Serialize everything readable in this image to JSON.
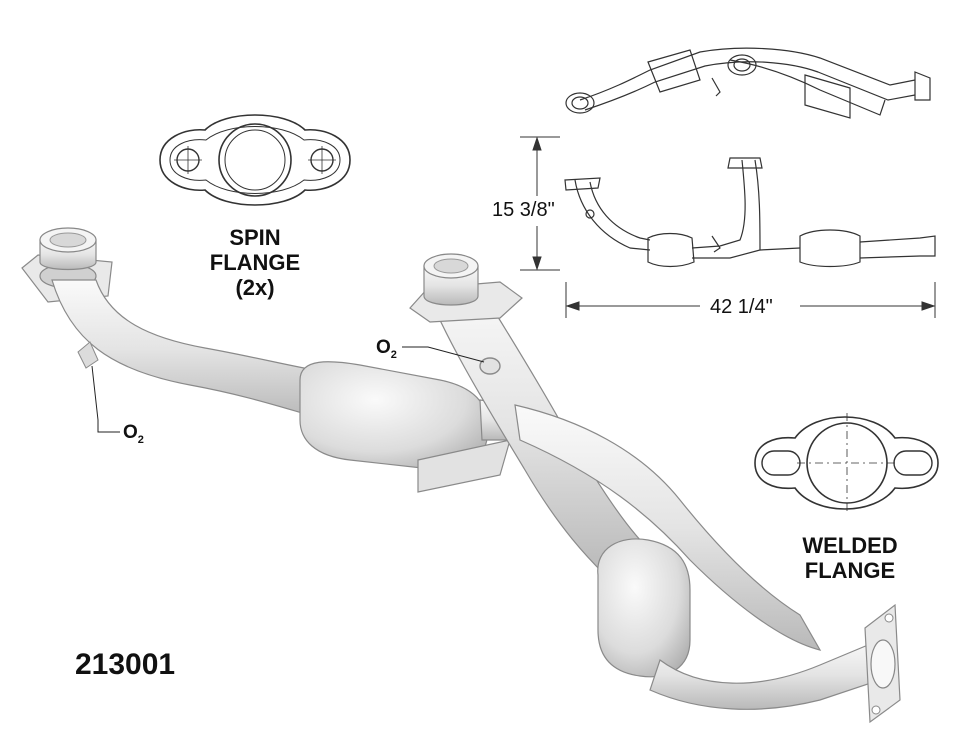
{
  "part_number": "213001",
  "spin_flange": {
    "line1": "SPIN",
    "line2": "FLANGE",
    "line3": "(2x)"
  },
  "welded_flange": {
    "line1": "WELDED",
    "line2": "FLANGE"
  },
  "dimensions": {
    "height": "15 3/8\"",
    "width": "42 1/4\""
  },
  "sensors": {
    "o2_letter": "O",
    "o2_subscript": "2"
  },
  "colors": {
    "pipe_fill": "#e7e7e7",
    "pipe_stroke": "#8a8a8a",
    "line": "#222222",
    "background": "#ffffff"
  }
}
